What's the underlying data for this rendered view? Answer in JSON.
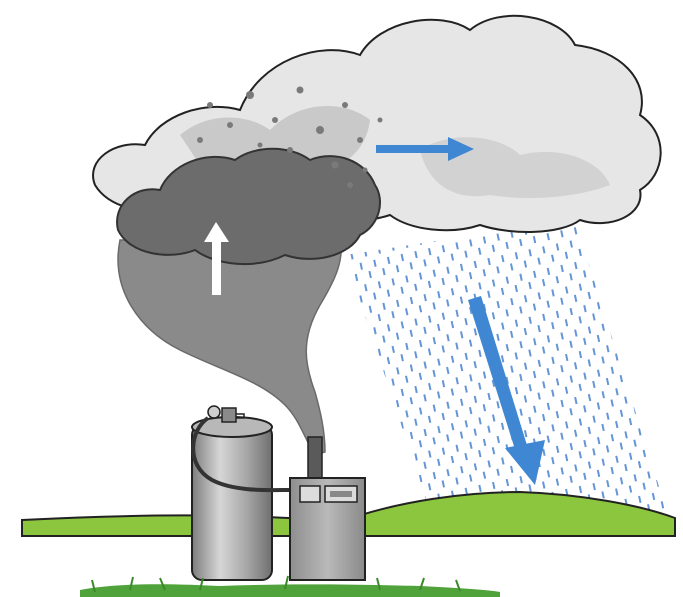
{
  "illustration": {
    "subject": "cloud-seeding",
    "colors": {
      "sky": "#ffffff",
      "cloud_light": "#e6e6e6",
      "cloud_mid": "#c9c9c9",
      "cloud_dark": "#6c6c6c",
      "smoke": "#8a8a8a",
      "rain": "#5c8fd3",
      "arrow_blue": "#3f86d3",
      "arrow_white": "#ffffff",
      "ground": "#8cc63f",
      "grass": "#4fa33a",
      "tank": "#9b9b9b",
      "generator": "#a5a5a5",
      "outline": "#222222"
    },
    "arrows": [
      {
        "name": "updraft-arrow",
        "direction": "up",
        "color": "white"
      },
      {
        "name": "drift-arrow",
        "direction": "right",
        "color": "blue"
      },
      {
        "name": "rainfall-arrow",
        "direction": "down",
        "color": "blue"
      }
    ],
    "icons": [
      "cloud-icon",
      "smoke-plume-icon",
      "rain-icon",
      "gas-tank-icon",
      "generator-icon",
      "ground-icon",
      "grass-icon"
    ]
  }
}
